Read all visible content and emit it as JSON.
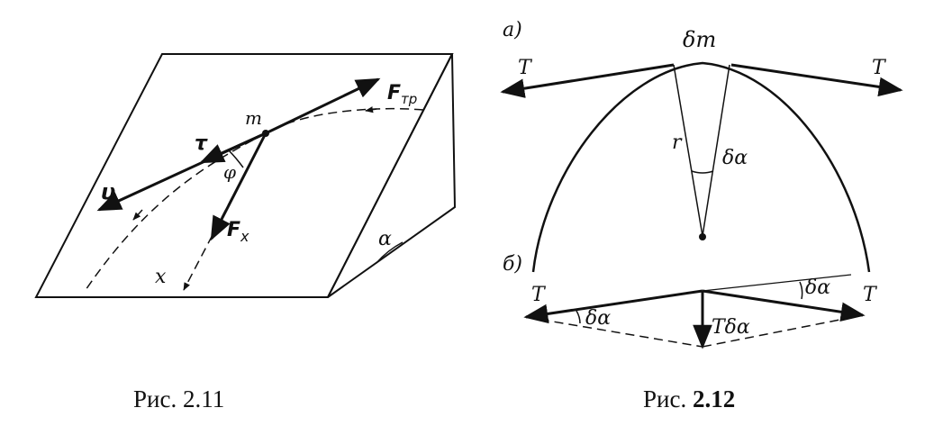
{
  "fig11": {
    "caption_prefix": "Рис.",
    "caption_number": "2.11",
    "labels": {
      "m": "m",
      "friction_force": "F",
      "friction_sub": "тр",
      "tau": "τ",
      "velocity": "υ",
      "phi": "φ",
      "force_x": "F",
      "force_x_sub": "x",
      "x_axis": "x",
      "alpha": "α"
    }
  },
  "fig12": {
    "caption_prefix": "Рис.",
    "caption_number": "2.12",
    "part_a": {
      "label": "а)",
      "mass": "δm",
      "tension_left": "T",
      "tension_right": "T",
      "radius": "r",
      "angle": "δα"
    },
    "part_b": {
      "label": "б)",
      "tension_left": "T",
      "tension_right": "T",
      "angle_left": "δα",
      "angle_right": "δα",
      "resultant": "Tδα"
    }
  }
}
